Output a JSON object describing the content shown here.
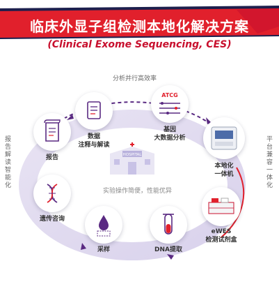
{
  "header": {
    "title": "临床外显子组检测本地化解决方案",
    "subtitle": "(Clinical Exome Sequencing, CES)",
    "colors": {
      "banner_red": "#e1202c",
      "banner_dark": "#1d1f4d",
      "accent_purple": "#5a2a82"
    }
  },
  "diagram": {
    "top_label": "分析并行高效率",
    "left_label": "报告解读智能化",
    "right_label": "平台兼容一体化",
    "center_caption": "实验操作简便，性能优异",
    "hospital_sign": "HOSPITAL",
    "nodes": [
      {
        "id": "annotation",
        "icon": "document-scroll-icon",
        "label_line1": "数据",
        "label_line2": "注释与解读"
      },
      {
        "id": "bigdata",
        "icon": "circuit-atcg-icon",
        "badge": "ATCG",
        "label_line1": "基因",
        "label_line2": "大数据分析"
      },
      {
        "id": "machine",
        "icon": "sequencer-machine-icon",
        "label_line1": "本地化",
        "label_line2": "一体机"
      },
      {
        "id": "kit",
        "icon": "reagent-kit-icon",
        "label_line1": "eWES",
        "label_line2": "检测试剂盒"
      },
      {
        "id": "dna",
        "icon": "test-tube-icon",
        "label_line1": "DNA提取"
      },
      {
        "id": "sample",
        "icon": "blood-drop-icon",
        "label_line1": "采样"
      },
      {
        "id": "counsel",
        "icon": "dna-helix-icon",
        "label_line1": "遗传咨询"
      },
      {
        "id": "report",
        "icon": "report-scroll-icon",
        "label_line1": "报告"
      }
    ]
  }
}
